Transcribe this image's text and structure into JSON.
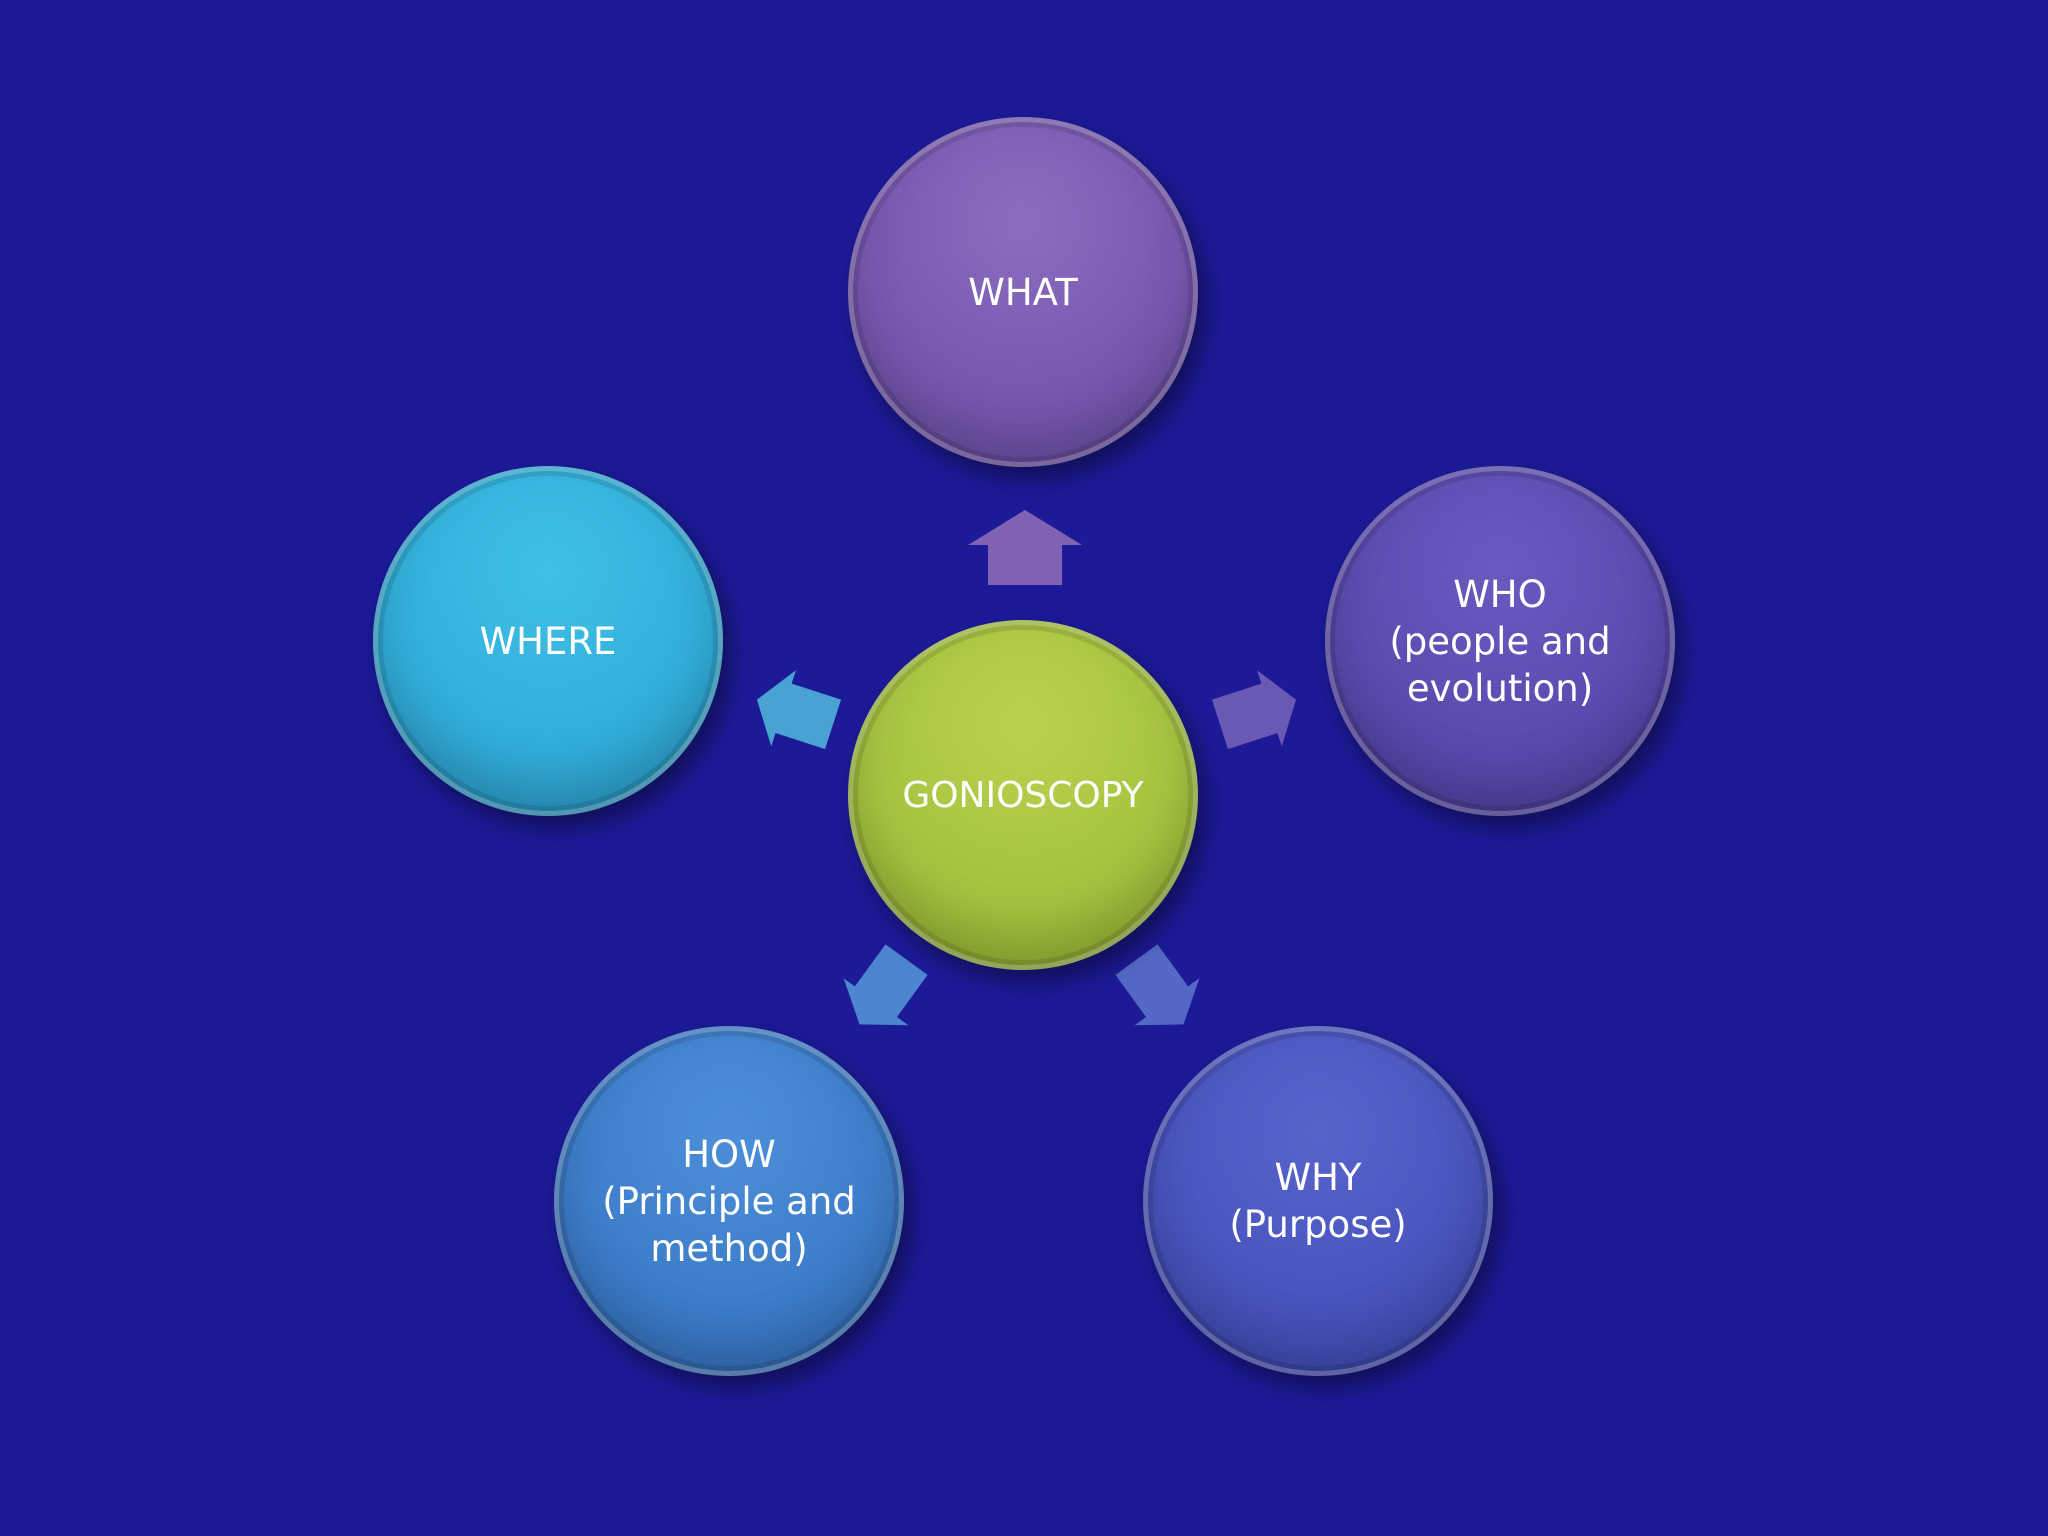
{
  "diagram": {
    "center": {
      "label": "GONIOSCOPY",
      "color": "#a6c440"
    },
    "nodes": [
      {
        "id": "what",
        "label": "WHAT",
        "color": "#7a59b3"
      },
      {
        "id": "who",
        "label": "WHO\n(people and\nevolution)",
        "color": "#5b4bb0"
      },
      {
        "id": "why",
        "label": "WHY\n(Purpose)",
        "color": "#4a57c2"
      },
      {
        "id": "how",
        "label": "HOW\n(Principle and\nmethod)",
        "color": "#3f7fce"
      },
      {
        "id": "where",
        "label": "WHERE",
        "color": "#33aedb"
      }
    ],
    "arrow_colors": {
      "what": "#7f62b4",
      "who": "#6a58b5",
      "why": "#5469c5",
      "how": "#4d86cf",
      "where": "#4aa2d4"
    },
    "background": "#1c1a96"
  }
}
